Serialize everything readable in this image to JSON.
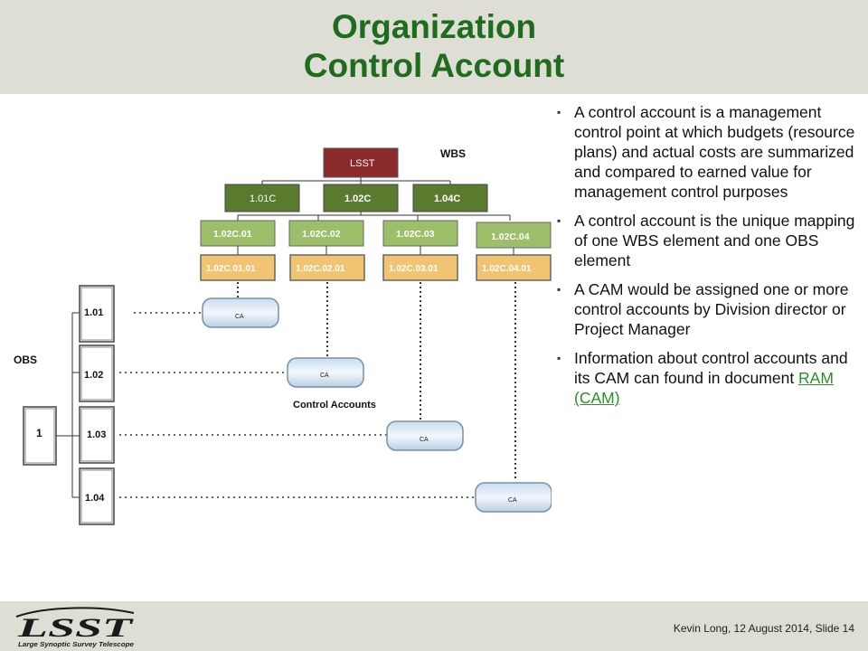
{
  "slide": {
    "title_line1": "Organization",
    "title_line2": "Control Account"
  },
  "bullets": [
    {
      "text": "A control account is a management control point at which budgets (resource plans) and actual costs are summarized and compared to earned value for management control purposes"
    },
    {
      "text": "A control account is the unique mapping of one WBS element and one OBS element"
    },
    {
      "text": "A CAM would be assigned one or more control accounts by Division director or Project Manager"
    },
    {
      "text_before": "Information about control accounts and its CAM can found in document ",
      "link": "RAM (CAM)"
    }
  ],
  "bullet_marker": "▪",
  "diagram": {
    "wbs_label": "WBS",
    "obs_label": "OBS",
    "control_accounts_label": "Control Accounts",
    "root": "LSST",
    "level1": [
      "1.01C",
      "1.02C",
      "1.04C"
    ],
    "level2": [
      "1.02C.01",
      "1.02C.02",
      "1.02C.03",
      "1.02C.04"
    ],
    "level3": [
      "1.02C.01.01",
      "1.02C.02.01",
      "1.02C.03.01",
      "1.02C.04.01"
    ],
    "obs_root": "1",
    "obs_children": [
      "1.01",
      "1.02",
      "1.03",
      "1.04"
    ],
    "ca_label": "CA"
  },
  "footer": {
    "credit": "Kevin Long, 12 August 2014, Slide 14",
    "logo_text": "LSST",
    "logo_subtitle": "Large Synoptic Survey Telescope"
  },
  "colors": {
    "title": "#1f6b1f",
    "header_bg": "#deded5",
    "root_box": "#8b2a2a",
    "level1_box": "#5a7a2e",
    "level2_box": "#9dbf6a",
    "level3_box": "#f0c470",
    "link": "#2f8c2f"
  }
}
